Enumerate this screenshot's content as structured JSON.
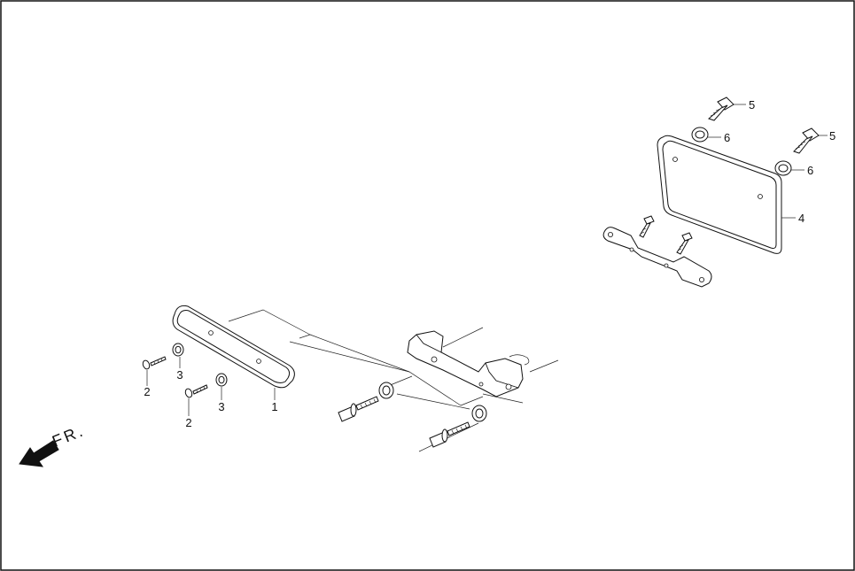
{
  "frame_color": "#111111",
  "direction_label": "FR.",
  "direction_icon": "front-direction-arrow",
  "callouts": {
    "c1": "1",
    "c2a": "2",
    "c2b": "2",
    "c3a": "3",
    "c3b": "3",
    "c4": "4",
    "c5a": "5",
    "c5b": "5",
    "c6a": "6",
    "c6b": "6"
  }
}
